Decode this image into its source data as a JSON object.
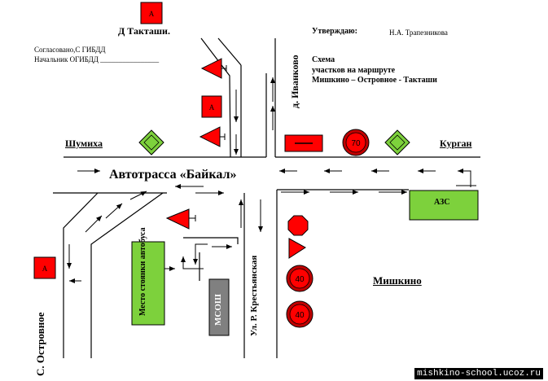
{
  "approval": {
    "label": "Утверждаю:",
    "name": "Н.А. Трапезникова"
  },
  "agreement": {
    "line1": "Согласовано,С ГИБДД",
    "line2": "Начальник ОГИБДД ________________"
  },
  "scheme_title": {
    "line1": "Схема",
    "line2": "участков на маршруте",
    "line3": "Мишкино  – Островное - Такташи"
  },
  "places": {
    "taktashi": "Д Такташи.",
    "ivankovo": "д. Иванково",
    "shumikha": "Шумиха",
    "kurgan": "Курган",
    "highway": "Автотрасса «Байкал»",
    "ostrovnoe": "С. Островное",
    "krestyanskaya": "Ул. Р. Крестьянская",
    "mishkino": "Мишкино"
  },
  "buildings": {
    "azs": "АЗС",
    "bus_parking": "Место стоянки автобуса",
    "msosh": "МСОШ"
  },
  "signs": {
    "speed_70": "70",
    "speed_40": "40",
    "school_letter": "A"
  },
  "footer": "mishkino-school.ucoz.ru",
  "colors": {
    "green": "#7dd13c",
    "red": "#ff0000",
    "gray": "#808080",
    "dark_red": "#c00000"
  }
}
